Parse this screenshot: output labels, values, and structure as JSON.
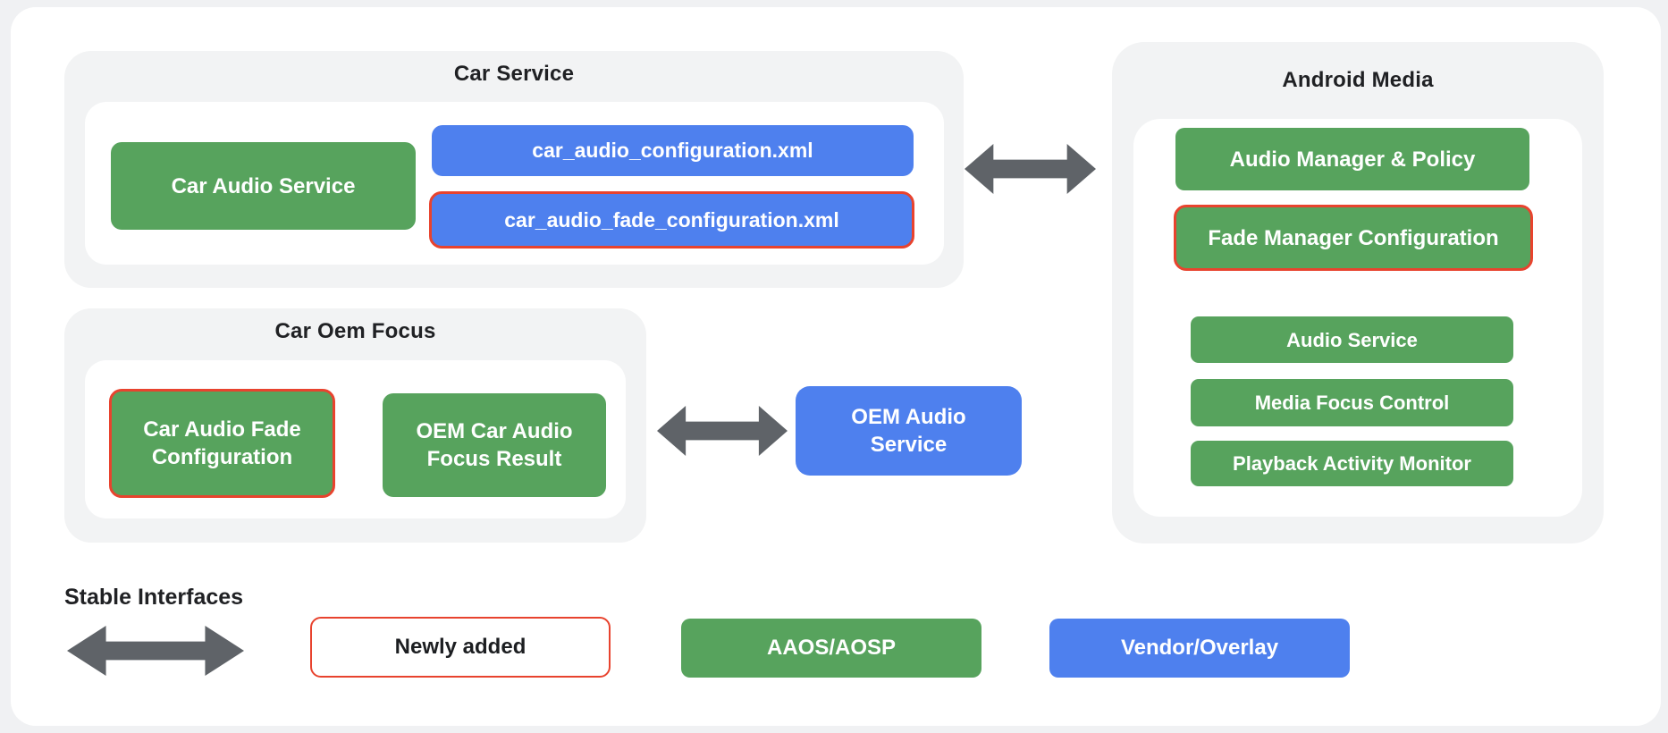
{
  "colors": {
    "green": "#57A35D",
    "blue": "#4E80EE",
    "red": "#E8432E",
    "arrow_gray": "#5F6368",
    "ink": "#202124",
    "panel_gray": "#F2F3F4",
    "page_bg": "#F0F1F3"
  },
  "car_service": {
    "title": "Car Service",
    "car_audio_service": "Car Audio Service",
    "config_xml": "car_audio_configuration.xml",
    "fade_config_xml": "car_audio_fade_configuration.xml"
  },
  "android_media": {
    "title": "Android Media",
    "audio_manager_policy": "Audio Manager & Policy",
    "fade_manager_configuration": "Fade Manager Configuration",
    "audio_service": "Audio Service",
    "media_focus_control": "Media Focus Control",
    "playback_activity_monitor": "Playback Activity Monitor"
  },
  "car_oem_focus": {
    "title": "Car Oem Focus",
    "car_audio_fade_configuration": "Car Audio Fade Configuration",
    "oem_car_audio_focus_result": "OEM Car Audio Focus Result"
  },
  "oem_audio_service": "OEM Audio Service",
  "legend": {
    "stable_interfaces": "Stable Interfaces",
    "newly_added": "Newly added",
    "aaos_aosp": "AAOS/AOSP",
    "vendor_overlay": "Vendor/Overlay"
  }
}
